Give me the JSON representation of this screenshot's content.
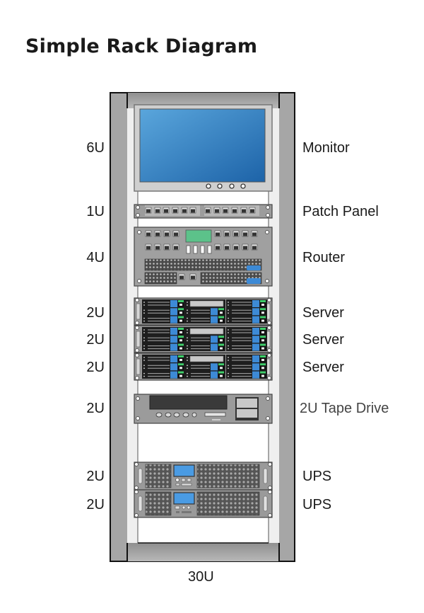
{
  "title": "Simple Rack Diagram",
  "rack": {
    "total_units": "30U",
    "devices": [
      {
        "units": "6U",
        "name": "Monitor",
        "type": "monitor"
      },
      {
        "units": "1U",
        "name": "Patch Panel",
        "type": "patch-panel"
      },
      {
        "units": "4U",
        "name": "Router",
        "type": "router"
      },
      {
        "units": "2U",
        "name": "Server",
        "type": "server"
      },
      {
        "units": "2U",
        "name": "Server",
        "type": "server"
      },
      {
        "units": "2U",
        "name": "Server",
        "type": "server"
      },
      {
        "units": "2U",
        "name": "2U Tape Drive",
        "type": "tape-drive"
      },
      {
        "units": "2U",
        "name": "UPS",
        "type": "ups"
      },
      {
        "units": "2U",
        "name": "UPS",
        "type": "ups"
      }
    ]
  },
  "colors": {
    "rack_frame": "#a6a6a6",
    "monitor_screen": "#2f7fc1",
    "router_display": "#5cc28a",
    "drive_bay": "#3d8ad6",
    "led_green": "#3fcf6a",
    "ups_screen": "#4a9be3"
  }
}
